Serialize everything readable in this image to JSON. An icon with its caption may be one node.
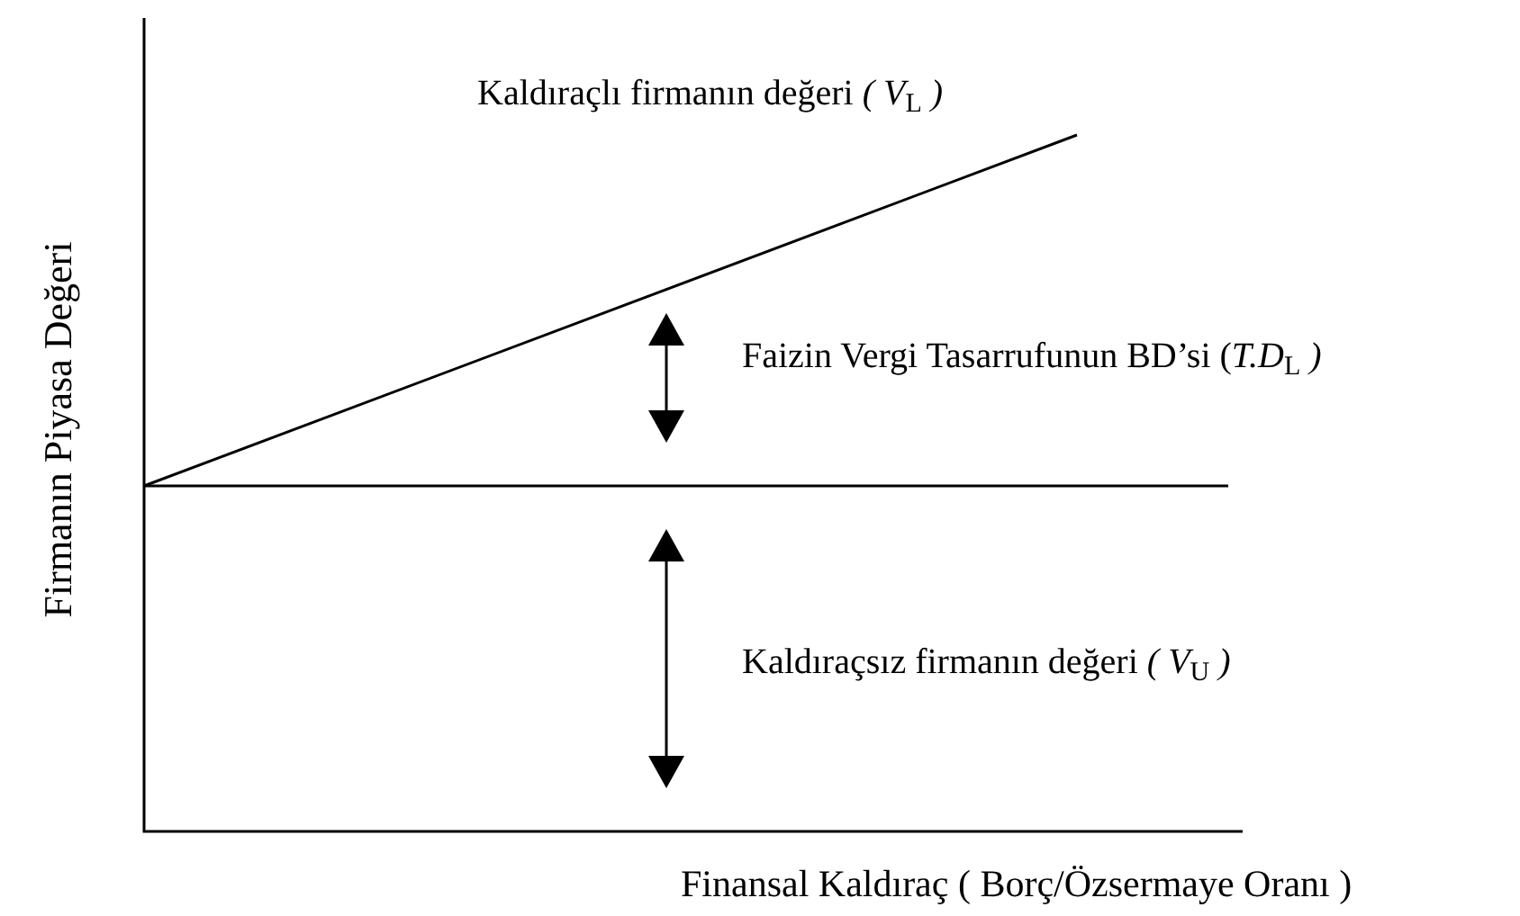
{
  "diagram": {
    "labels": [
      "Firmanın Piyasa Değeri",
      "Kaldıraçlı firmanın değeri  *(* *V*$_{L}$ *)*",
      "Faizin Vergi Tasarrufunun BD’si (*T.D*$_{L}$ *)*",
      "Kaldıraçsız firmanın değeri  *(* *V*$_{U}$ *)*",
      "Finansal Kaldıraç ( Borç/Özsermaye Oranı )"
    ]
  }
}
